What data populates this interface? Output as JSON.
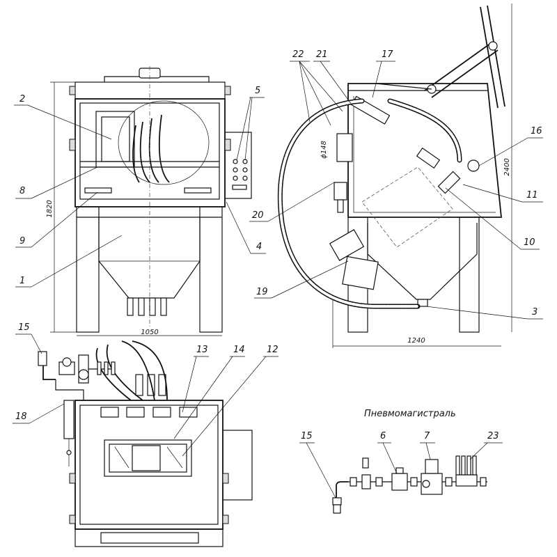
{
  "title": "Пневмомагистраль",
  "dimensions": {
    "front_height": "1820",
    "front_width": "1050",
    "side_height": "2400",
    "side_width": "1240",
    "diameter": "ϕ148"
  },
  "callouts": {
    "c1": "1",
    "c2": "2",
    "c3": "3",
    "c4": "4",
    "c5": "5",
    "c6": "6",
    "c7": "7",
    "c8": "8",
    "c9": "9",
    "c10": "10",
    "c11": "11",
    "c12": "12",
    "c13": "13",
    "c14": "14",
    "c15": "15",
    "c16": "16",
    "c17": "17",
    "c18": "18",
    "c19": "19",
    "c20": "20",
    "c21": "21",
    "c22": "22",
    "c23": "23",
    "c15b": "15"
  }
}
